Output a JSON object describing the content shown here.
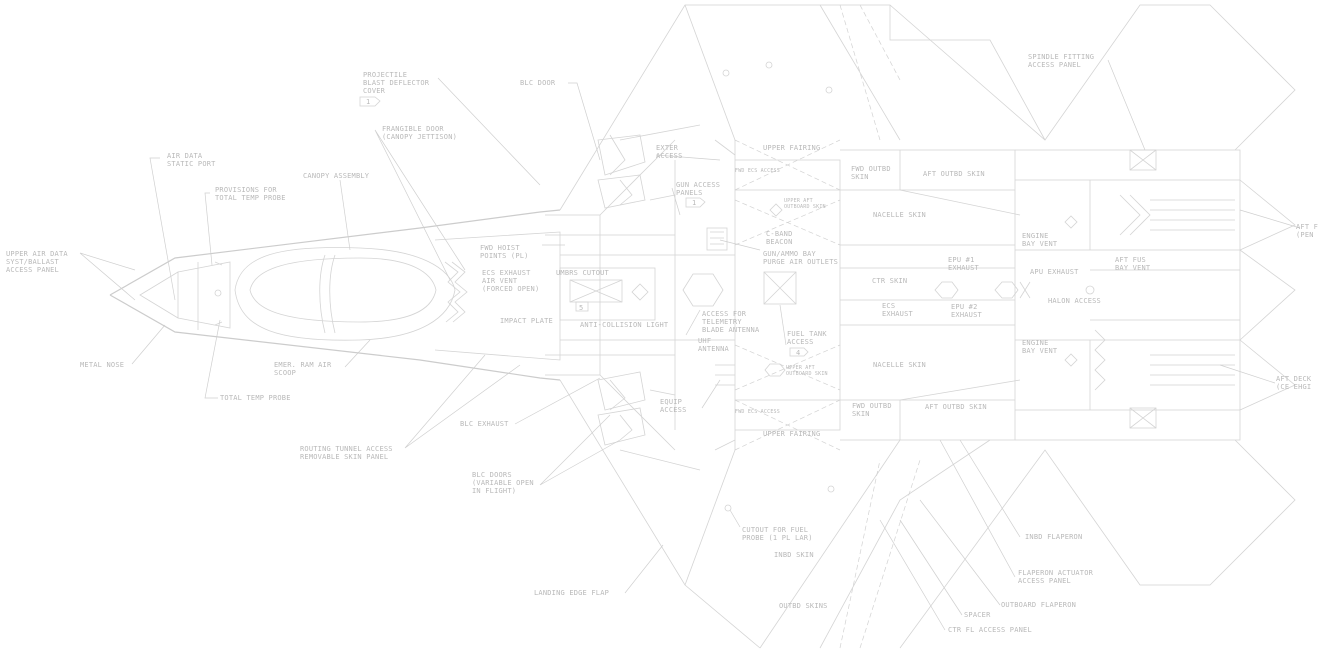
{
  "labels": {
    "projectile_blast_1": "PROJECTILE",
    "projectile_blast_2": "BLAST DEFLECTOR",
    "projectile_blast_3": "COVER",
    "blc_door": "BLC DOOR",
    "frangible_1": "FRANGIBLE DOOR",
    "frangible_2": "(CANOPY JETTISON)",
    "air_data_1": "AIR DATA",
    "air_data_2": "STATIC PORT",
    "provisions_1": "PROVISIONS FOR",
    "provisions_2": "TOTAL TEMP PROBE",
    "canopy": "CANOPY ASSEMBLY",
    "upper_air_1": "UPPER AIR DATA",
    "upper_air_2": "SYST/BALLAST",
    "upper_air_3": "ACCESS PANEL",
    "metal_nose": "METAL NOSE",
    "total_temp": "TOTAL TEMP PROBE",
    "emer_ram_1": "EMER. RAM AIR",
    "emer_ram_2": "SCOOP",
    "routing_1": "ROUTING TUNNEL ACCESS",
    "routing_2": "REMOVABLE SKIN PANEL",
    "blc_exhaust": "BLC EXHAUST",
    "blc_doors_1": "BLC DOORS",
    "blc_doors_2": "(VARIABLE OPEN",
    "blc_doors_3": "IN FLIGHT)",
    "fwd_hoist_1": "FWD HOIST",
    "fwd_hoist_2": "POINTS (PL)",
    "ecs_exhaust_1": "ECS EXHAUST",
    "ecs_exhaust_2": "AIR VENT",
    "ecs_exhaust_3": "(FORCED OPEN)",
    "impact_plate": "IMPACT PLATE",
    "umbrs_cutout": "UMBRS CUTOUT",
    "anti_collision": "ANTI-COLLISION LIGHT",
    "exter_1": "EXTER",
    "exter_2": "ACCESS",
    "gun_access_1": "GUN ACCESS",
    "gun_access_2": "PANELS",
    "fwd_ecs_access_top": "FWD ECS ACCESS",
    "fwd_ecs_access_bot": "FWD ECS ACCESS",
    "upper_fairing_top": "UPPER FAIRING",
    "upper_fairing_bot": "UPPER FAIRING",
    "fwd_outbd_1": "FWD OUTBD",
    "fwd_outbd_2": "SKIN",
    "aft_outbd_top": "AFT OUTBD SKIN",
    "aft_outbd_bot": "AFT OUTBD SKIN",
    "upper_aft_top_1": "UPPER AFT",
    "upper_aft_top_2": "OUTBOARD SKIN",
    "upper_aft_bot_1": "UPPER AFT",
    "upper_aft_bot_2": "OUTBOARD SKIN",
    "nacelle_top": "NACELLE SKIN",
    "nacelle_bot": "NACELLE SKIN",
    "c_band_1": "C-BAND",
    "c_band_2": "BEACON",
    "gun_ammo_1": "GUN/AMMO BAY",
    "gun_ammo_2": "PURGE AIR OUTLETS",
    "ctr_skin": "CTR SKIN",
    "ecs_1": "ECS",
    "ecs_2": "EXHAUST",
    "epu1_1": "EPU #1",
    "epu1_2": "EXHAUST",
    "epu2_1": "EPU #2",
    "epu2_2": "EXHAUST",
    "apu_exhaust": "APU EXHAUST",
    "halon": "HALON ACCESS",
    "engine_top_1": "ENGINE",
    "engine_top_2": "BAY VENT",
    "engine_bot_1": "ENGINE",
    "engine_bot_2": "BAY VENT",
    "aft_fus_1": "AFT FUS",
    "aft_fus_2": "BAY VENT",
    "aft_1": "AFT F",
    "aft_2": "(PEN",
    "aft_deck_1": "AFT DECK",
    "aft_deck_2": "(CE EHGI",
    "spindle_1": "SPINDLE FITTING",
    "spindle_2": "ACCESS PANEL",
    "access_telemetry_1": "ACCESS FOR",
    "access_telemetry_2": "TELEMETRY",
    "access_telemetry_3": "BLADE ANTENNA",
    "uhf_1": "UHF",
    "uhf_2": "ANTENNA",
    "fuel_tank_1": "FUEL TANK",
    "fuel_tank_2": "ACCESS",
    "equip_1": "EQUIP",
    "equip_2": "ACCESS",
    "fwd_outbd_bot_1": "FWD OUTBD",
    "fwd_outbd_bot_2": "SKIN",
    "cutout_fuel_1": "CUTOUT FOR FUEL",
    "cutout_fuel_2": "PROBE (1 PL LAR)",
    "inbd_skin": "INBD SKIN",
    "outbd_skins": "OUTBD SKINS",
    "landing_edge": "LANDING EDGE FLAP",
    "inbd_flaperon": "INBD FLAPERON",
    "flaperon_actuator_1": "FLAPERON ACTUATOR",
    "flaperon_actuator_2": "ACCESS PANEL",
    "outboard_flaperon": "OUTBOARD FLAPERON",
    "spacer": "SPACER",
    "ctr_fl_access": "CTR FL ACCESS PANEL",
    "tag_1_a": "1",
    "tag_1_b": "1",
    "tag_5": "5",
    "tag_4": "4"
  }
}
